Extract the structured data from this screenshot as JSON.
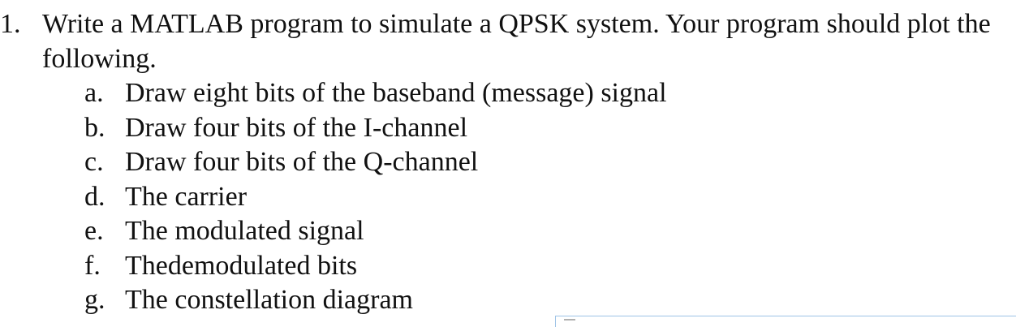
{
  "question": {
    "number": "1.",
    "line1": "Write a MATLAB program to simulate a QPSK system. Your program should plot the",
    "line2": "following."
  },
  "items": [
    {
      "letter": "a.",
      "text": "Draw eight bits of the baseband (message) signal"
    },
    {
      "letter": "b.",
      "text": "Draw four bits of the I-channel"
    },
    {
      "letter": "c.",
      "text": "Draw four bits of the Q-channel"
    },
    {
      "letter": "d.",
      "text": "The carrier"
    },
    {
      "letter": "e.",
      "text": "The modulated signal"
    },
    {
      "letter": "f.",
      "text": "Thedemodulated bits"
    },
    {
      "letter": "g.",
      "text": "The constellation diagram"
    }
  ]
}
